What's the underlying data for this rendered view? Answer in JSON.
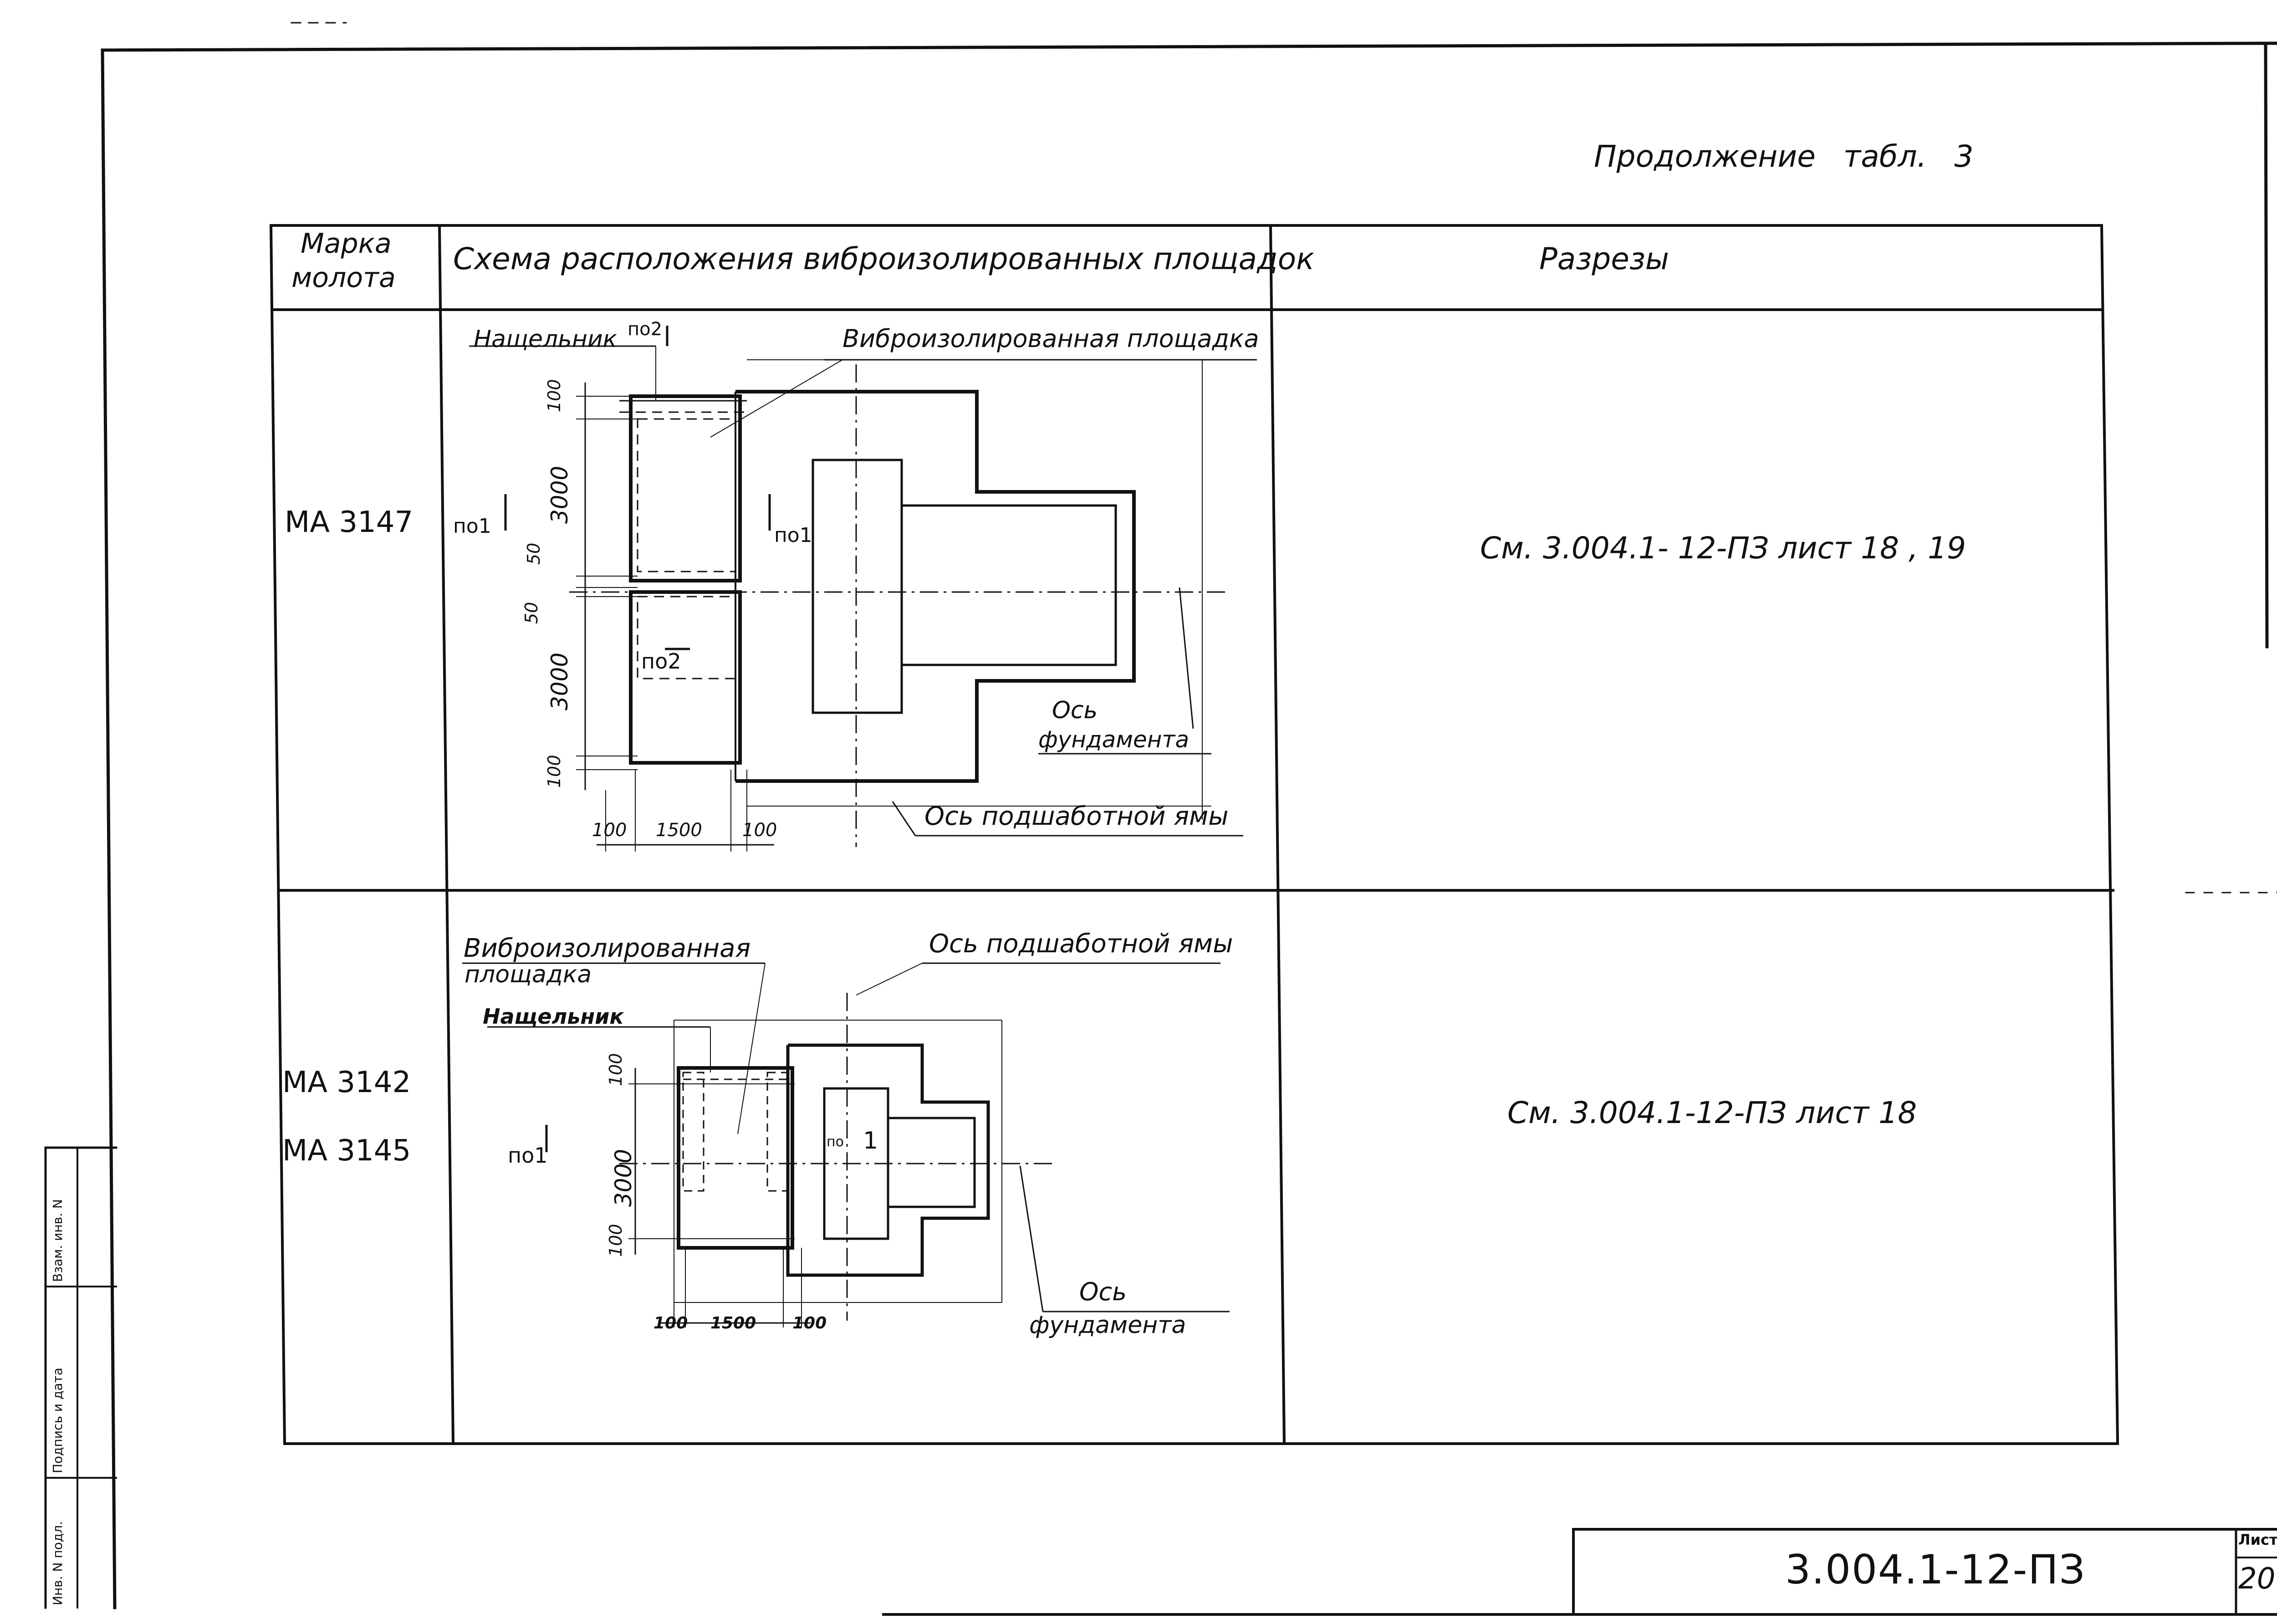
{
  "continuation": "Продолжение   табл. 3",
  "table": {
    "headers": {
      "mark": [
        "Марка",
        "молота"
      ],
      "scheme": "Схема расположения   виброизолированных площадок",
      "sections": "Разрезы"
    },
    "rows": [
      {
        "marks": [
          "МА 3147"
        ],
        "reference": "См.  3.004.1- 12-ПЗ лист 18 , 19",
        "scheme": {
          "labels": {
            "nashchelnik": "Нащельник",
            "platform": "Виброизолированная площадка",
            "cut2_top": "по2",
            "cut2_mid": "по2",
            "cut1_left": "по1",
            "cut1_right": "по1",
            "axis_foundation_1": "Ось",
            "axis_foundation_2": "фундамента",
            "axis_pit": "Ось подшаботной ямы"
          },
          "dims": {
            "v_top": "100",
            "v_upper": "3000",
            "v_mid1": "50",
            "v_mid2": "50",
            "v_lower": "3000",
            "v_bottom": "100",
            "h_left": "100",
            "h_mid": "1500",
            "h_right": "100"
          }
        }
      },
      {
        "marks": [
          "МА 3142",
          "МА 3145"
        ],
        "reference": "См.  3.004.1-12-ПЗ  лист 18",
        "scheme": {
          "labels": {
            "platform_1": "Виброизолированная",
            "platform_2": "площадка",
            "nashchelnik": "Нащельник",
            "axis_pit": "Ось подшаботной ямы",
            "cut1_left": "по1",
            "cut1_right": "по",
            "cut1_right_num": "1",
            "axis_foundation_1": "Ось",
            "axis_foundation_2": "фундамента"
          },
          "dims": {
            "v_top": "100",
            "v_mid": "3000",
            "v_bottom": "100",
            "h_left": "100",
            "h_mid": "1500",
            "h_right": "100"
          }
        }
      }
    ]
  },
  "side_stamp": [
    "Инв. N подл.",
    "Подпись и дата",
    "Взам. инв. N"
  ],
  "title_block": {
    "code": "3.004.1-12-ПЗ",
    "sheet_label": "Лист",
    "sheet_number": "20"
  }
}
